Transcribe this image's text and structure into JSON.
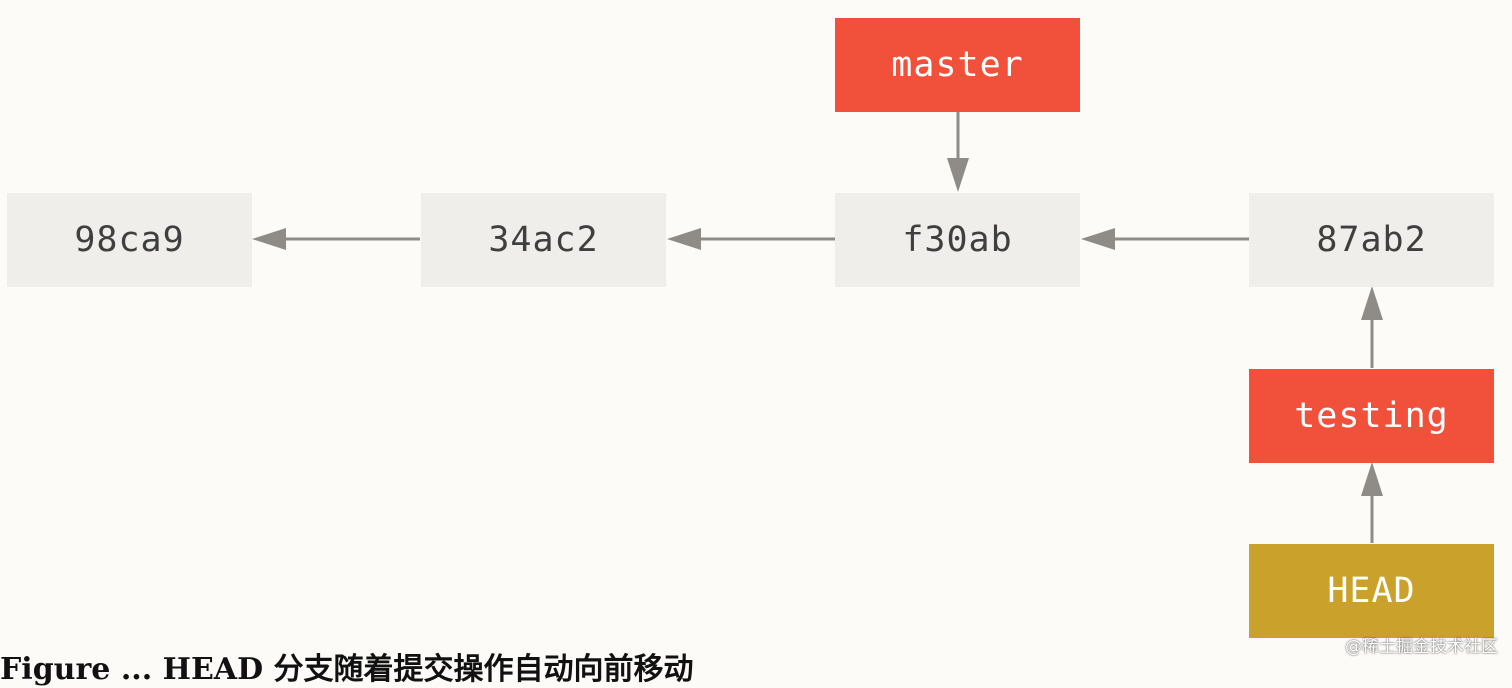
{
  "diagram": {
    "commits": [
      {
        "id": "98ca9"
      },
      {
        "id": "34ac2"
      },
      {
        "id": "f30ab"
      },
      {
        "id": "87ab2"
      }
    ],
    "refs": {
      "master": "master",
      "testing": "testing",
      "head": "HEAD"
    },
    "edges": [
      {
        "from": "34ac2",
        "to": "98ca9"
      },
      {
        "from": "f30ab",
        "to": "34ac2"
      },
      {
        "from": "87ab2",
        "to": "f30ab"
      },
      {
        "from": "master",
        "to": "f30ab"
      },
      {
        "from": "testing",
        "to": "87ab2"
      },
      {
        "from": "HEAD",
        "to": "testing"
      }
    ]
  },
  "colors": {
    "commit_fill": "#efeeea",
    "commit_text": "#3f3f3f",
    "branch_fill": "#f1503a",
    "head_fill": "#caa12a",
    "arrow": "#8f8b87",
    "background": "#fcfbf7"
  },
  "caption": "Figure ... HEAD 分支随着提交操作自动向前移动",
  "watermark": "@稀土掘金技术社区"
}
